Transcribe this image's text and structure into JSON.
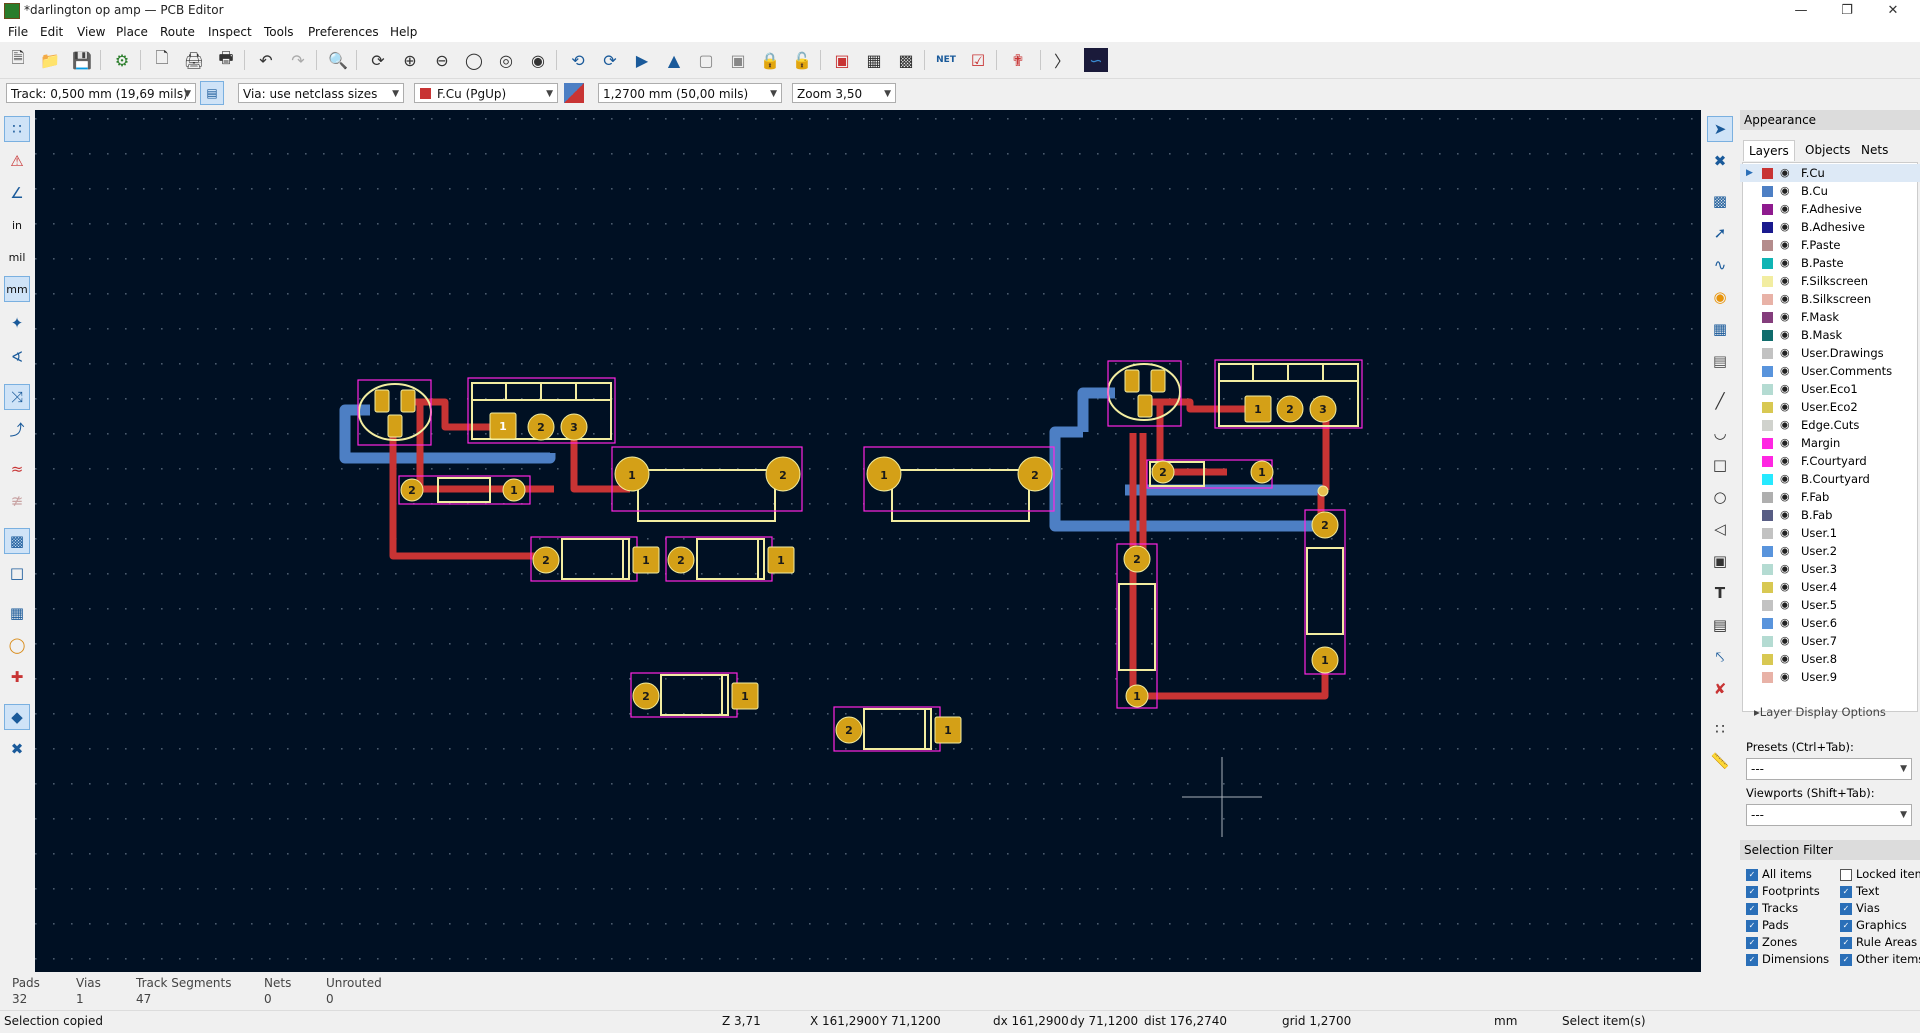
{
  "window": {
    "title": "*darlington op amp — PCB Editor"
  },
  "menu": [
    "File",
    "Edit",
    "View",
    "Place",
    "Route",
    "Inspect",
    "Tools",
    "Preferences",
    "Help"
  ],
  "toolbar2": {
    "track": "Track: 0,500 mm (19,69 mils)",
    "via": "Via: use netclass sizes",
    "layer": "F.Cu (PgUp)",
    "grid": "1,2700 mm (50,00 mils)",
    "zoom": "Zoom 3,50"
  },
  "left_toolbar": {
    "in": "in",
    "mil": "mil",
    "mm": "mm"
  },
  "panel": {
    "title": "Appearance",
    "tabs": [
      "Layers",
      "Objects",
      "Nets"
    ],
    "layers": [
      {
        "name": "F.Cu",
        "color": "#c83434"
      },
      {
        "name": "B.Cu",
        "color": "#4d7fc4"
      },
      {
        "name": "F.Adhesive",
        "color": "#8e1a8e"
      },
      {
        "name": "B.Adhesive",
        "color": "#1a1a8e"
      },
      {
        "name": "F.Paste",
        "color": "#b48c8c"
      },
      {
        "name": "B.Paste",
        "color": "#10b4b4"
      },
      {
        "name": "F.Silkscreen",
        "color": "#f2eda1"
      },
      {
        "name": "B.Silkscreen",
        "color": "#e8b2a7"
      },
      {
        "name": "F.Mask",
        "color": "#843d7c"
      },
      {
        "name": "B.Mask",
        "color": "#106c6c"
      },
      {
        "name": "User.Drawings",
        "color": "#c2c2c2"
      },
      {
        "name": "User.Comments",
        "color": "#5994dc"
      },
      {
        "name": "User.Eco1",
        "color": "#b4dbd2"
      },
      {
        "name": "User.Eco2",
        "color": "#d8c852"
      },
      {
        "name": "Edge.Cuts",
        "color": "#d0d2cd"
      },
      {
        "name": "Margin",
        "color": "#ff26e2"
      },
      {
        "name": "F.Courtyard",
        "color": "#ff26e2"
      },
      {
        "name": "B.Courtyard",
        "color": "#26e9ff"
      },
      {
        "name": "F.Fab",
        "color": "#afafaf"
      },
      {
        "name": "B.Fab",
        "color": "#585d84"
      },
      {
        "name": "User.1",
        "color": "#c2c2c2"
      },
      {
        "name": "User.2",
        "color": "#5994dc"
      },
      {
        "name": "User.3",
        "color": "#b4dbd2"
      },
      {
        "name": "User.4",
        "color": "#d8c852"
      },
      {
        "name": "User.5",
        "color": "#c2c2c2"
      },
      {
        "name": "User.6",
        "color": "#5994dc"
      },
      {
        "name": "User.7",
        "color": "#b4dbd2"
      },
      {
        "name": "User.8",
        "color": "#d8c852"
      },
      {
        "name": "User.9",
        "color": "#e8b2a7"
      }
    ],
    "layer_display_options": "Layer Display Options",
    "presets_label": "Presets (Ctrl+Tab):",
    "presets_value": "---",
    "viewports_label": "Viewports (Shift+Tab):",
    "viewports_value": "---",
    "selection_filter": "Selection Filter",
    "filters_left": [
      "All items",
      "Footprints",
      "Tracks",
      "Pads",
      "Zones",
      "Dimensions"
    ],
    "filters_right": [
      "Locked items",
      "Text",
      "Vias",
      "Graphics",
      "Rule Areas",
      "Other items"
    ]
  },
  "stats": [
    {
      "label": "Pads",
      "value": "32"
    },
    {
      "label": "Vias",
      "value": "1"
    },
    {
      "label": "Track Segments",
      "value": "47"
    },
    {
      "label": "Nets",
      "value": "0"
    },
    {
      "label": "Unrouted",
      "value": "0"
    }
  ],
  "status": {
    "message": "Selection copied",
    "zoom": "Z 3,71",
    "x": "X 161,2900",
    "y": "Y 71,1200",
    "dx": "dx 161,2900",
    "dy": "dy 71,1200",
    "dist": "dist 176,2740",
    "grid": "grid 1,2700",
    "units": "mm",
    "mode": "Select item(s)"
  },
  "colors": {
    "canvas": "#001023",
    "fcu": "#c83434",
    "bcu": "#4d7fc4",
    "pad": "#d4a017",
    "silk": "#f2eda1",
    "courtyard": "#ff26e2"
  }
}
